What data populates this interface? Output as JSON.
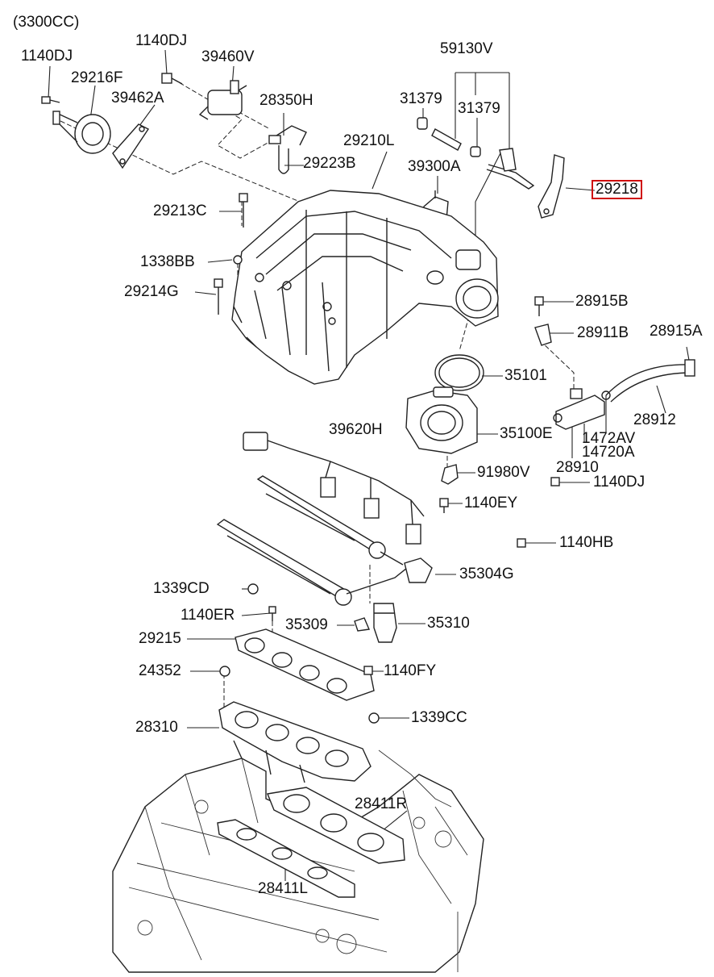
{
  "diagram": {
    "engine_note": "(3300CC)",
    "highlighted_part": "29218",
    "highlight_color": "#d01010",
    "labels": [
      {
        "id": "l_1140DJ_a",
        "text": "1140DJ"
      },
      {
        "id": "l_1140DJ_b",
        "text": "1140DJ"
      },
      {
        "id": "l_39460V",
        "text": "39460V"
      },
      {
        "id": "l_29216F",
        "text": "29216F"
      },
      {
        "id": "l_39462A",
        "text": "39462A"
      },
      {
        "id": "l_28350H",
        "text": "28350H"
      },
      {
        "id": "l_59130V",
        "text": "59130V"
      },
      {
        "id": "l_31379_a",
        "text": "31379"
      },
      {
        "id": "l_31379_b",
        "text": "31379"
      },
      {
        "id": "l_29210L",
        "text": "29210L"
      },
      {
        "id": "l_29223B",
        "text": "29223B"
      },
      {
        "id": "l_39300A",
        "text": "39300A"
      },
      {
        "id": "l_29218",
        "text": "29218"
      },
      {
        "id": "l_29213C",
        "text": "29213C"
      },
      {
        "id": "l_1338BB",
        "text": "1338BB"
      },
      {
        "id": "l_29214G",
        "text": "29214G"
      },
      {
        "id": "l_28915B",
        "text": "28915B"
      },
      {
        "id": "l_28911B",
        "text": "28911B"
      },
      {
        "id": "l_28915A",
        "text": "28915A"
      },
      {
        "id": "l_35101",
        "text": "35101"
      },
      {
        "id": "l_28912",
        "text": "28912"
      },
      {
        "id": "l_39620H",
        "text": "39620H"
      },
      {
        "id": "l_35100E",
        "text": "35100E"
      },
      {
        "id": "l_1472AV",
        "text": "1472AV"
      },
      {
        "id": "l_14720A",
        "text": "14720A"
      },
      {
        "id": "l_28910",
        "text": "28910"
      },
      {
        "id": "l_91980V",
        "text": "91980V"
      },
      {
        "id": "l_1140DJ_c",
        "text": "1140DJ"
      },
      {
        "id": "l_1140EY",
        "text": "1140EY"
      },
      {
        "id": "l_1140HB",
        "text": "1140HB"
      },
      {
        "id": "l_35304G",
        "text": "35304G"
      },
      {
        "id": "l_1339CD",
        "text": "1339CD"
      },
      {
        "id": "l_1140ER",
        "text": "1140ER"
      },
      {
        "id": "l_35309",
        "text": "35309"
      },
      {
        "id": "l_35310",
        "text": "35310"
      },
      {
        "id": "l_29215",
        "text": "29215"
      },
      {
        "id": "l_24352",
        "text": "24352"
      },
      {
        "id": "l_1140FY",
        "text": "1140FY"
      },
      {
        "id": "l_28310",
        "text": "28310"
      },
      {
        "id": "l_1339CC",
        "text": "1339CC"
      },
      {
        "id": "l_28411R",
        "text": "28411R"
      },
      {
        "id": "l_28411L",
        "text": "28411L"
      }
    ]
  }
}
